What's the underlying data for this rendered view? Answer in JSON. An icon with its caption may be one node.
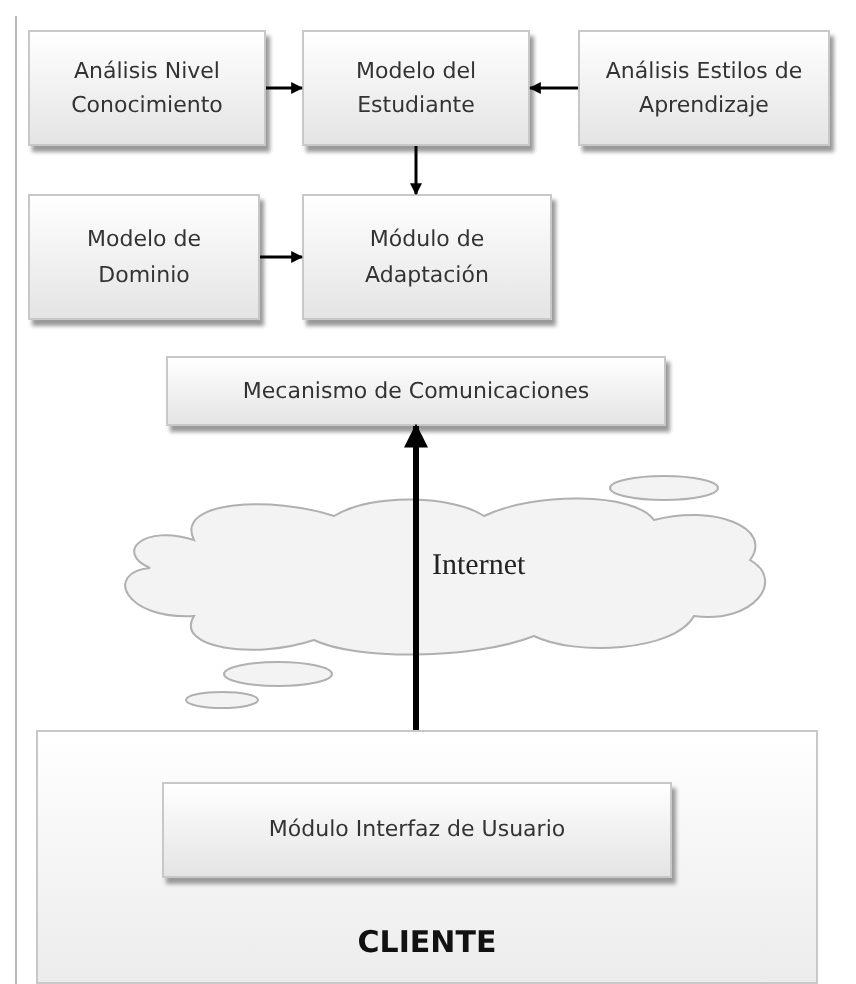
{
  "diagram": {
    "nodes": [
      {
        "text": [
          "Análisis Nivel Conocimiento"
        ]
      },
      {
        "text": [
          "Modelo del Estudiante"
        ]
      },
      {
        "text": [
          "Análisis Estilos de Aprendizaje"
        ]
      },
      {
        "text": [
          "Modelo de Dominio"
        ]
      },
      {
        "text": [
          "Módulo de Adaptación"
        ]
      },
      {
        "text": [
          "Mecanismo de Comunicaciones"
        ]
      },
      {
        "text": [
          "CLIENTE"
        ]
      },
      {
        "text": [
          "Módulo Interfaz de Usuario"
        ],
        "in": 6
      }
    ],
    "edges": [
      {
        "from": 0,
        "to": 1,
        "arrow": "to"
      },
      {
        "from": 2,
        "to": 1,
        "arrow": "to"
      },
      {
        "from": 1,
        "to": 4,
        "arrow": "to"
      },
      {
        "from": 3,
        "to": 4,
        "arrow": "to"
      },
      {
        "from": 6,
        "to": 5,
        "arrow": "to",
        "style": "thick",
        "label": "Internet"
      }
    ]
  }
}
